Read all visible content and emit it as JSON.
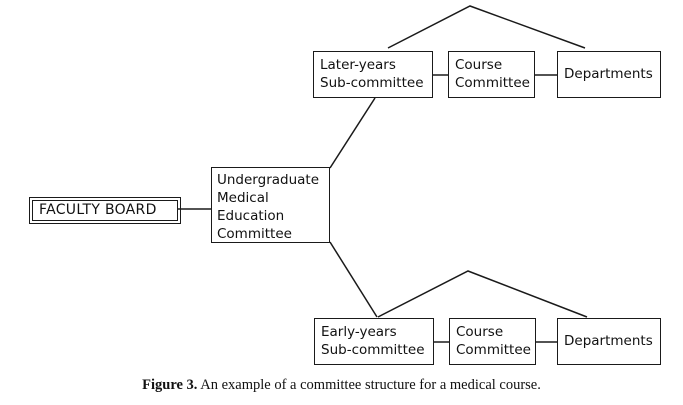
{
  "nodes": {
    "faculty_board": {
      "label": "FACULTY BOARD"
    },
    "undergrad": {
      "lines": [
        "Undergraduate",
        "Medical",
        "Education",
        "Committee"
      ]
    },
    "later_years": {
      "lines": [
        "Later-years",
        "Sub-committee"
      ]
    },
    "course_top": {
      "lines": [
        "Course",
        "Committee"
      ]
    },
    "departments_top": {
      "label": "Departments"
    },
    "early_years": {
      "lines": [
        "Early-years",
        "Sub-committee"
      ]
    },
    "course_bottom": {
      "lines": [
        "Course",
        "Committee"
      ]
    },
    "departments_bottom": {
      "label": "Departments"
    }
  },
  "caption": {
    "figure_label": "Figure 3.",
    "text": " An example of a committee structure for a medical course."
  },
  "colors": {
    "line": "#1a1a1a",
    "text": "#111111",
    "background": "#ffffff"
  }
}
